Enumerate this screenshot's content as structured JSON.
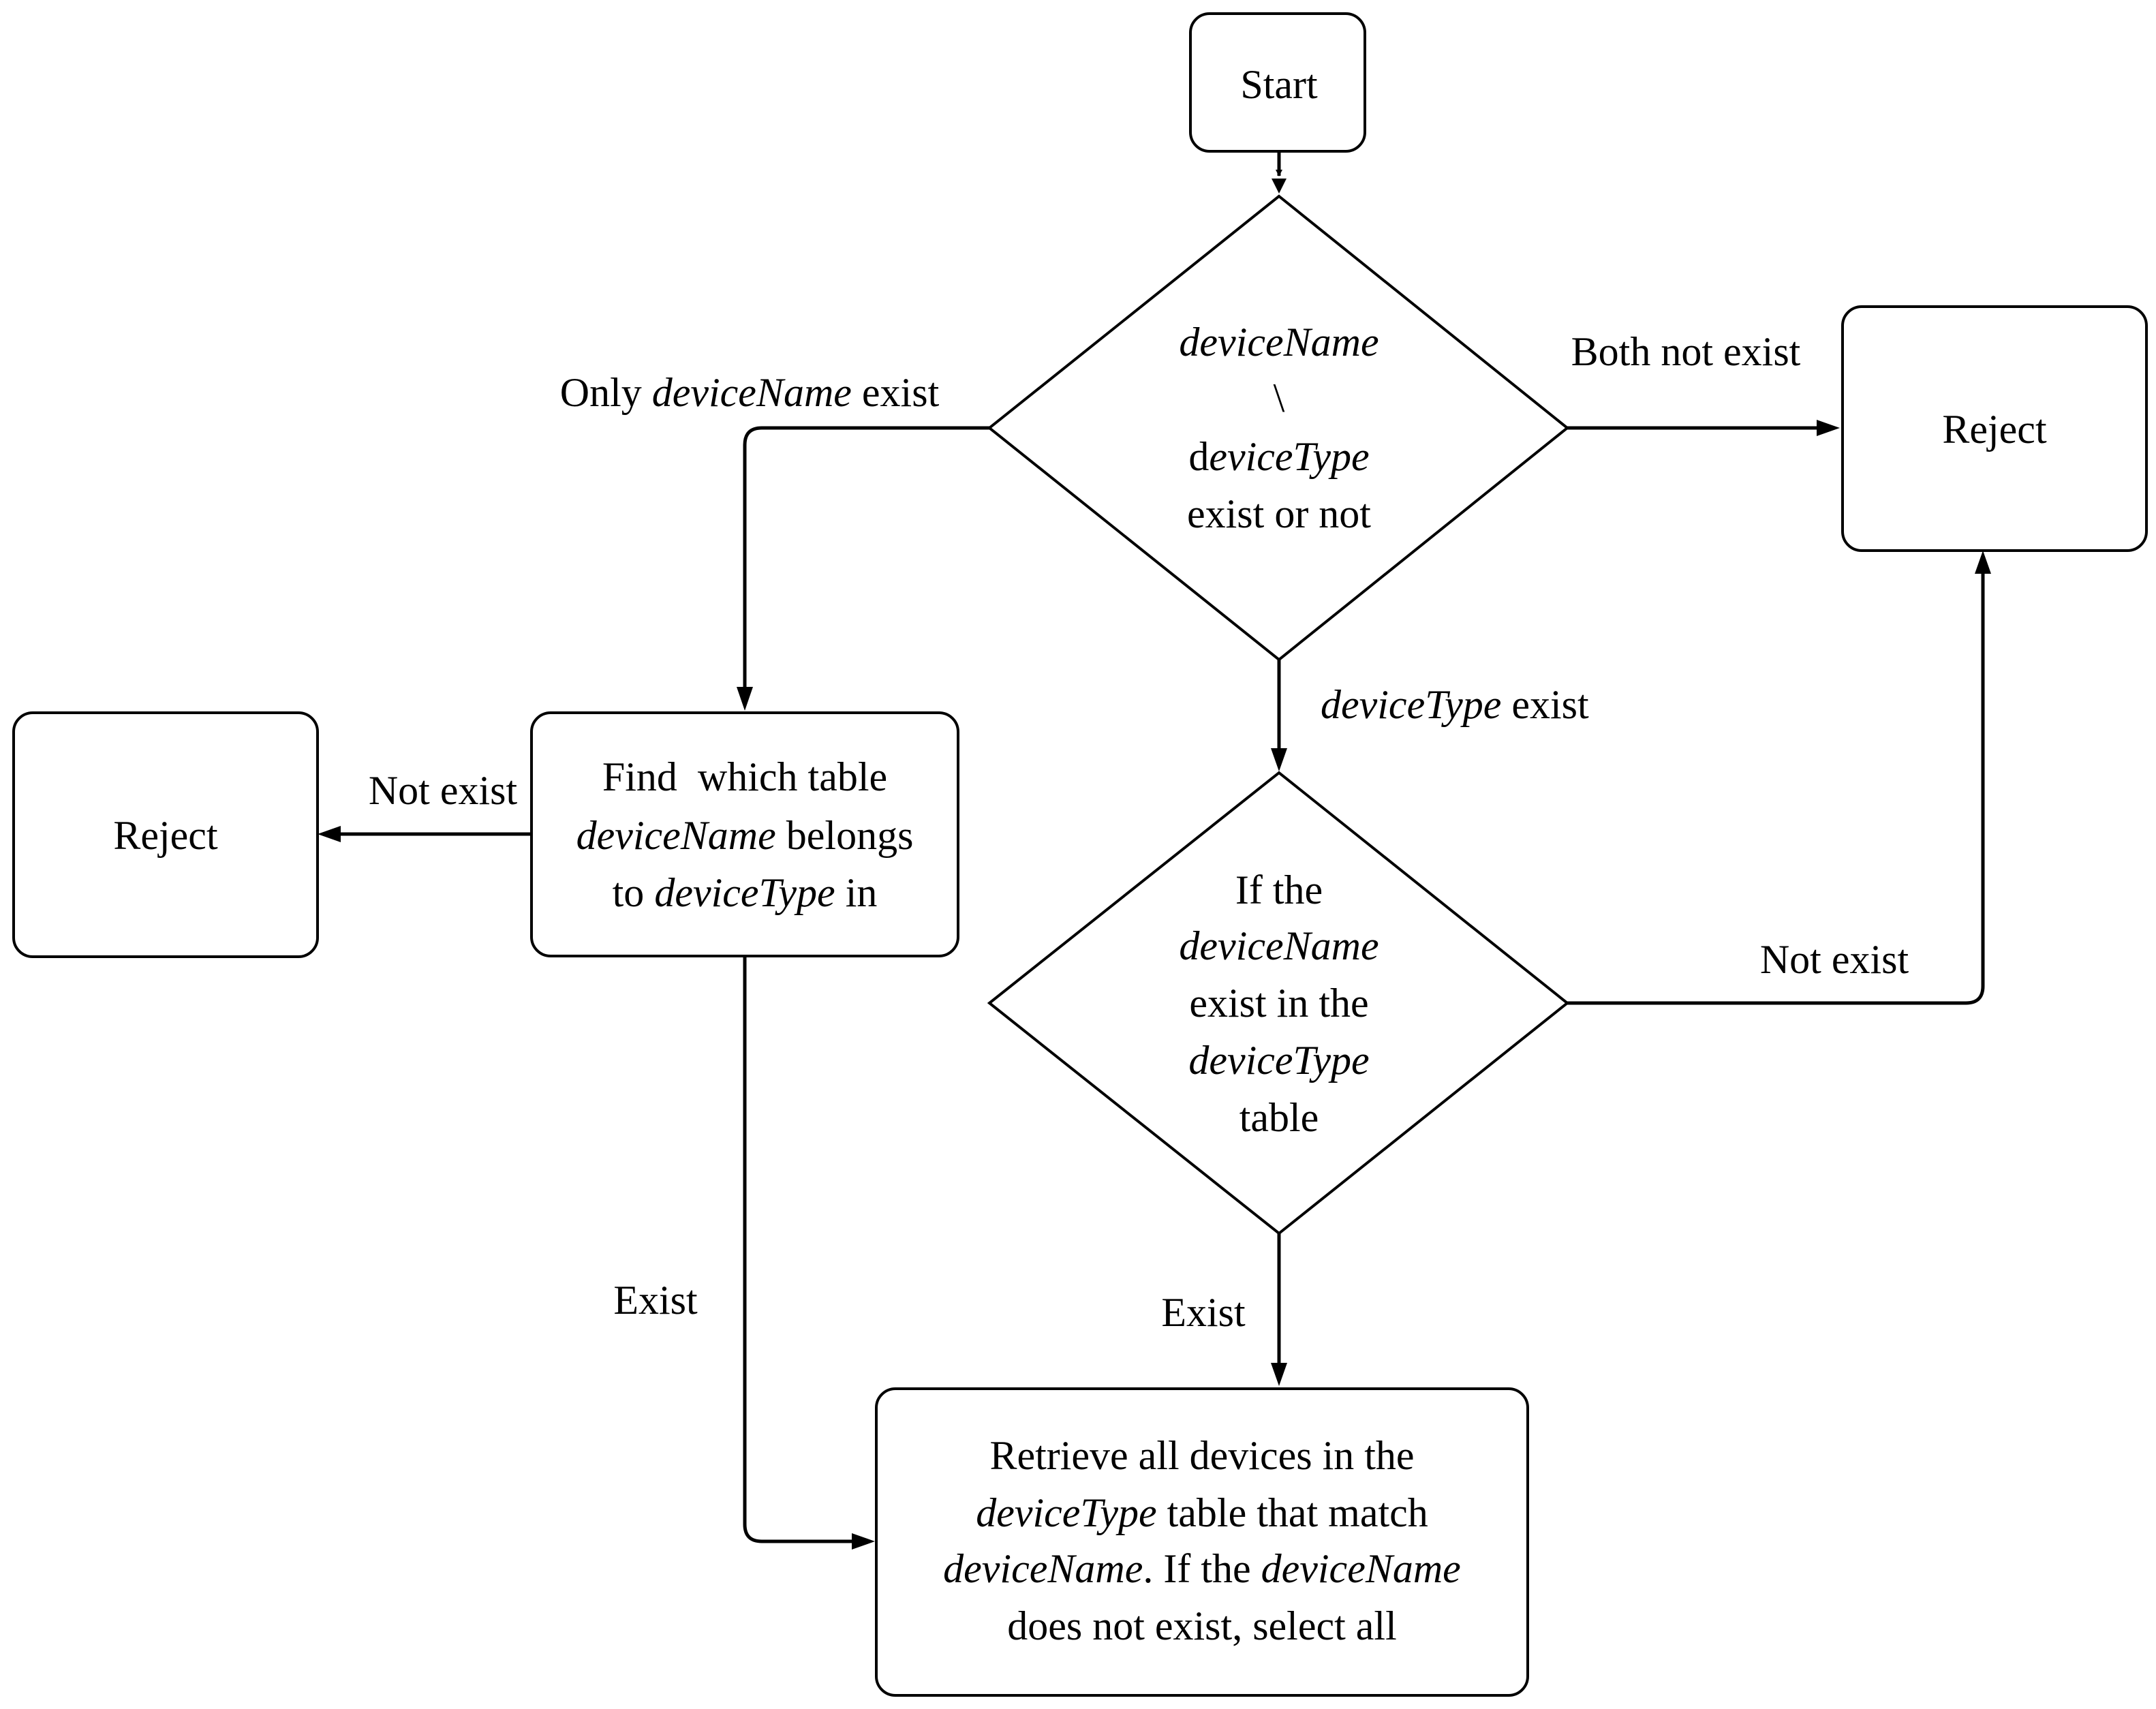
{
  "nodes": {
    "start": {
      "label": "Start"
    },
    "decision1": {
      "line1": "deviceName",
      "line2": "\\",
      "line3_prefix": "d",
      "line3_italic": "eviceType",
      "line4": "exist or not"
    },
    "reject_right": {
      "label": "Reject"
    },
    "reject_left": {
      "label": "Reject"
    },
    "find_table": {
      "line1": "Find  which table",
      "line2_italic": "deviceName",
      "line2_rest": " belongs",
      "line3_prefix": "to ",
      "line3_italic": "deviceType",
      "line3_suffix": " in"
    },
    "decision2": {
      "line1": "If the",
      "line2": "deviceName",
      "line3": "exist in the",
      "line4": "deviceType",
      "line5": "table"
    },
    "retrieve": {
      "line1": "Retrieve all devices in the",
      "line2_italic": "deviceType",
      "line2_rest": " table that match",
      "line3_italic": "deviceName",
      "line3_mid": ". If the ",
      "line3_italic2": "deviceName",
      "line4": "does not exist, select all"
    }
  },
  "edge_labels": {
    "only_device_name": {
      "prefix": "Only ",
      "italic": "deviceName",
      "suffix": " exist"
    },
    "both_not_exist": "Both not exist",
    "device_type_exist": {
      "italic": "deviceType",
      "suffix": " exist"
    },
    "not_exist_left": "Not exist",
    "not_exist_right": "Not exist",
    "exist_left": "Exist",
    "exist_bottom": "Exist"
  }
}
